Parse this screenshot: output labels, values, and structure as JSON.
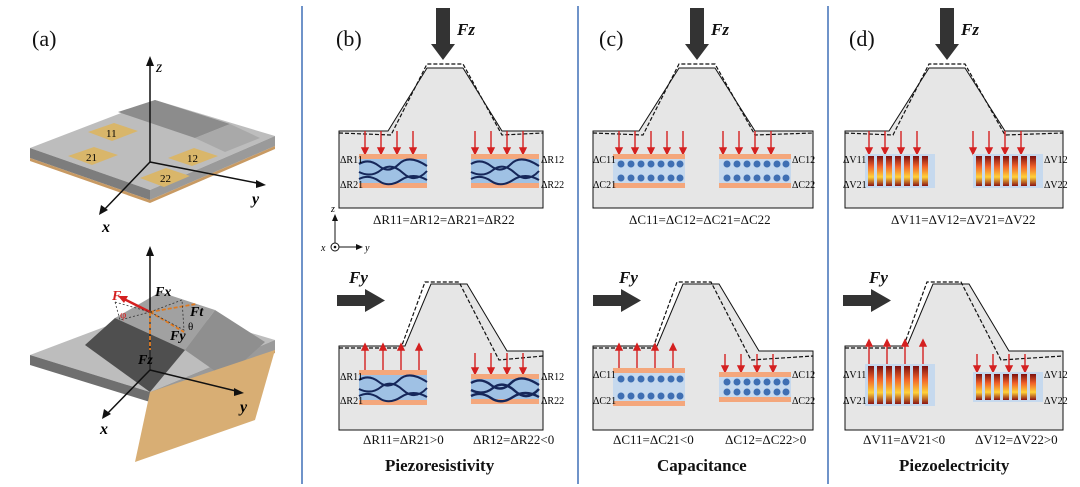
{
  "panel_a": {
    "label": "(a)",
    "pads": [
      "11",
      "12",
      "21",
      "22"
    ],
    "axes": {
      "x": "x",
      "y": "y",
      "z": "z"
    },
    "forces": {
      "F": "F",
      "Fx": "Fx",
      "Fy": "Fy",
      "Fz": "Fz",
      "Ft": "Ft",
      "phi": "φ",
      "theta": "θ"
    }
  },
  "panel_b": {
    "label": "(b)",
    "top_force": "Fz",
    "side_force": "Fy",
    "top_equation": "ΔR11=ΔR12=ΔR21=ΔR22",
    "bottom_left_equation": "ΔR11=ΔR21>0",
    "bottom_right_equation": "ΔR12=ΔR22<0",
    "mechanism": "Piezoresistivity",
    "element_labels": {
      "l1": "ΔR11",
      "l2": "ΔR21",
      "r1": "ΔR12",
      "r2": "ΔR22"
    }
  },
  "panel_c": {
    "label": "(c)",
    "top_force": "Fz",
    "side_force": "Fy",
    "top_equation": "ΔC11=ΔC12=ΔC21=ΔC22",
    "bottom_left_equation": "ΔC11=ΔC21<0",
    "bottom_right_equation": "ΔC12=ΔC22>0",
    "mechanism": "Capacitance",
    "element_labels": {
      "l1": "ΔC11",
      "l2": "ΔC21",
      "r1": "ΔC12",
      "r2": "ΔC22"
    }
  },
  "panel_d": {
    "label": "(d)",
    "top_force": "Fz",
    "side_force": "Fy",
    "top_equation": "ΔV11=ΔV12=ΔV21=ΔV22",
    "bottom_left_equation": "ΔV11=ΔV21<0",
    "bottom_right_equation": "ΔV12=ΔV22>0",
    "mechanism": "Piezoelectricity",
    "element_labels": {
      "l1": "ΔV11",
      "l2": "ΔV21",
      "r1": "ΔV12",
      "r2": "ΔV22"
    }
  },
  "coord_axes": {
    "x": "x",
    "y": "y",
    "z": "z"
  },
  "colors": {
    "divider": "#6f93c9",
    "arrow_red": "#d42020",
    "electrode": "#f4a77c",
    "gray_body": "#e6e6e6",
    "gold_pad": "#d9b66a"
  }
}
